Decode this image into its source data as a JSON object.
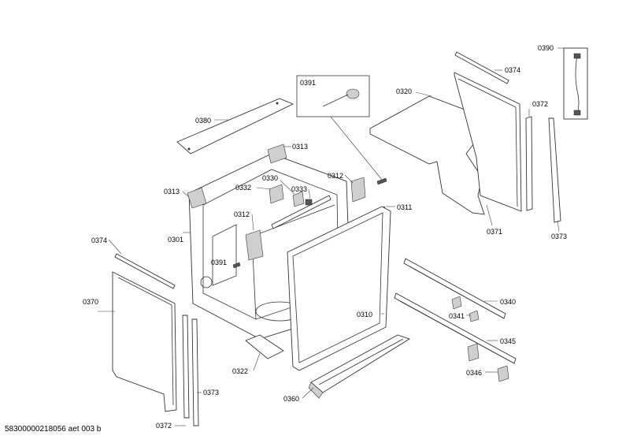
{
  "document": {
    "number": "58300000218056 aet 003 b"
  },
  "labels": {
    "p0390": "0390",
    "p0374a": "0374",
    "p0391a": "0391",
    "p0320": "0320",
    "p0372a": "0372",
    "p0380": "0380",
    "p0313a": "0313",
    "p0313b": "0313",
    "p0330": "0330",
    "p0332": "0332",
    "p0333": "0333",
    "p0312a": "0312",
    "p0312b": "0312",
    "p0311": "0311",
    "p0371": "0371",
    "p0373a": "0373",
    "p0374b": "0374",
    "p0301": "0301",
    "p0391b": "0391",
    "p0370": "0370",
    "p0340": "0340",
    "p0341": "0341",
    "p0310": "0310",
    "p0345": "0345",
    "p0322": "0322",
    "p0346": "0346",
    "p0373b": "0373",
    "p0360": "0360",
    "p0372b": "0372"
  }
}
